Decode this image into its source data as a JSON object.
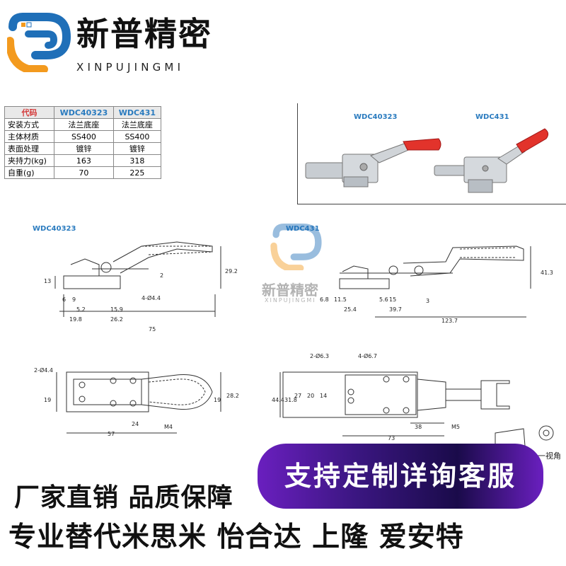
{
  "brand": {
    "name_cn": "新普精密",
    "name_en": "XINPUJINGMI",
    "colors": {
      "orange": "#f39a1e",
      "blue": "#1f6fb8"
    }
  },
  "spec_table": {
    "headers": [
      "代码",
      "WDC40323",
      "WDC431"
    ],
    "rows": [
      [
        "安装方式",
        "法兰底座",
        "法兰底座"
      ],
      [
        "主体材质",
        "SS400",
        "SS400"
      ],
      [
        "表面处理",
        "镀锌",
        "镀锌"
      ],
      [
        "夹持力(kg)",
        "163",
        "318"
      ],
      [
        "自重(g)",
        "70",
        "225"
      ]
    ]
  },
  "photos": {
    "left_label": "WDC40323",
    "right_label": "WDC431"
  },
  "drawing_left": {
    "label": "WDC40323",
    "dims_top": [
      "13",
      "6",
      "9",
      "5.2",
      "15.9",
      "19.8",
      "26.2",
      "75",
      "2",
      "4-Ø4.4",
      "29.2"
    ],
    "dims_bottom": [
      "2-Ø4.4",
      "19",
      "19",
      "28.2",
      "24",
      "57",
      "M4"
    ]
  },
  "drawing_right": {
    "label": "WDC431",
    "dims_top": [
      "6.8",
      "11.5",
      "25.4",
      "5.6",
      "15",
      "39.7",
      "3",
      "123.7",
      "41.3"
    ],
    "dims_bottom": [
      "2-Ø6.3",
      "4-Ø6.7",
      "44.4",
      "31.8",
      "27",
      "14",
      "20",
      "38",
      "73",
      "M5"
    ],
    "view_label": "一视角"
  },
  "watermark": {
    "cn": "新普精密",
    "en": "XINPUJINGMI"
  },
  "banner": {
    "text": "支持定制详询客服",
    "color": "#4a1a9a"
  },
  "slogans": {
    "line1": "厂家直销 品质保障",
    "line2": "专业替代米思米 怡合达 上隆 爱安特"
  }
}
